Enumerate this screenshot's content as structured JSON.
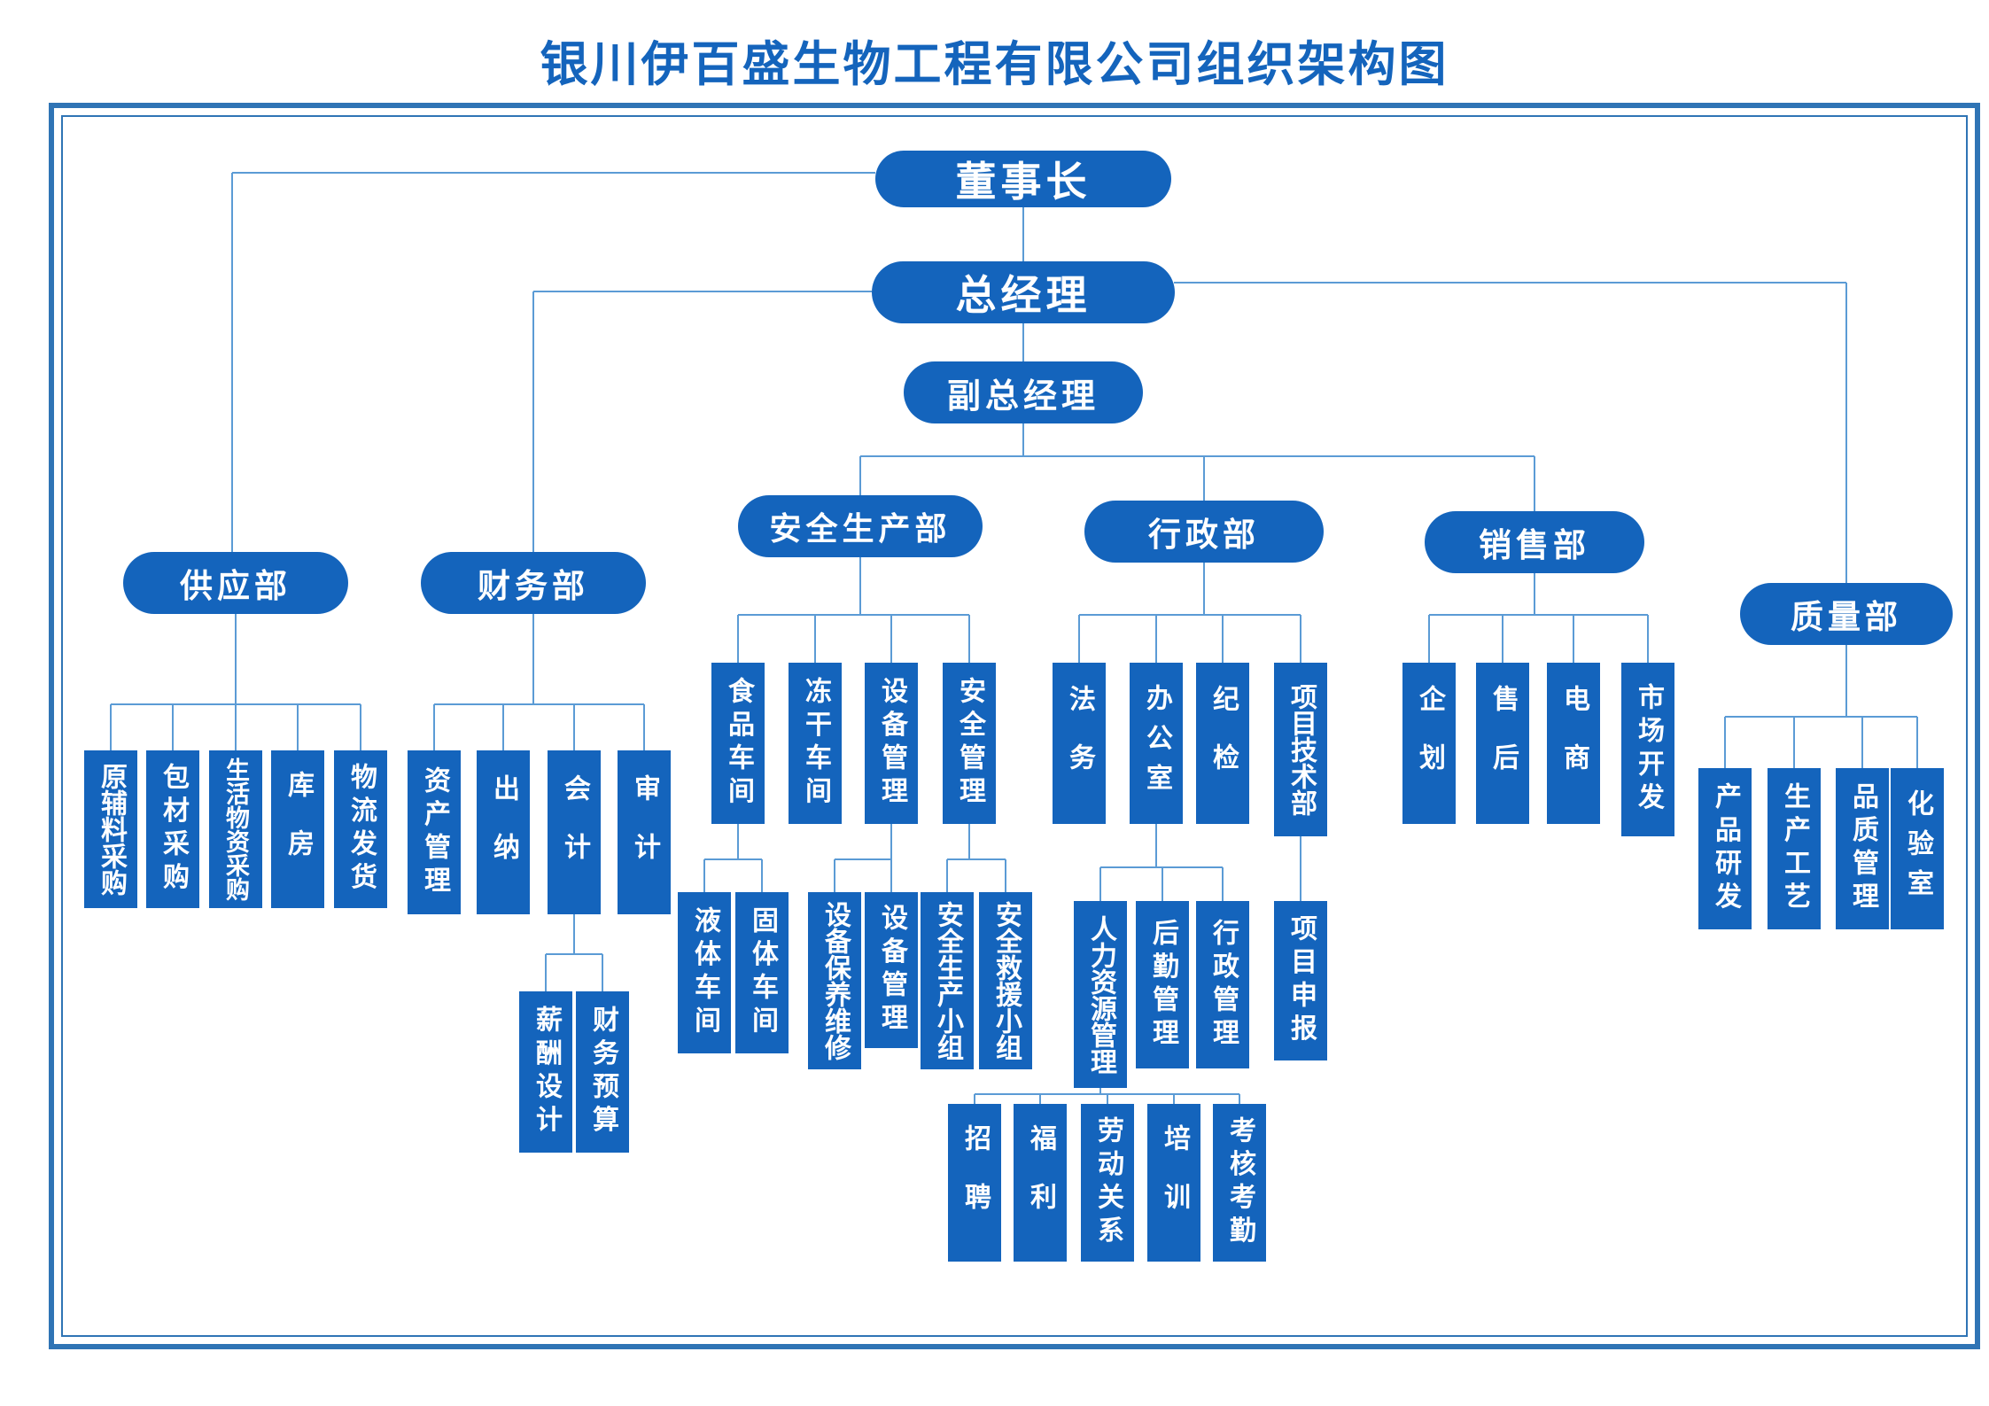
{
  "title": "银川伊百盛生物工程有限公司组织架构图",
  "colors": {
    "accent": "#1464bc",
    "line": "#5b9bd5",
    "frame": "#2f74b5",
    "background": "#ffffff",
    "node_text": "#ffffff"
  },
  "nodes": {
    "chairman": "董事长",
    "general_manager": "总经理",
    "deputy_general_manager": "副总经理",
    "supply_dept": "供应部",
    "finance_dept": "财务部",
    "safety_production_dept": "安全生产部",
    "admin_dept": "行政部",
    "sales_dept": "销售部",
    "quality_dept": "质量部",
    "raw_material_purchase": "原辅料采购",
    "packaging_purchase": "包材采购",
    "living_supplies_purchase": "生活物资采购",
    "warehouse": "库房",
    "logistics_shipping": "物流发货",
    "asset_management": "资产管理",
    "cashier": "出纳",
    "accountant": "会计",
    "auditor": "审计",
    "salary_design": "薪酬设计",
    "financial_budget": "财务预算",
    "food_workshop": "食品车间",
    "freeze_dry_workshop": "冻干车间",
    "equipment_management": "设备管理",
    "safety_management": "安全管理",
    "liquid_workshop": "液体车间",
    "solid_workshop": "固体车间",
    "equipment_maintenance": "设备保养维修",
    "equipment_management_sub": "设备管理",
    "safety_production_team": "安全生产小组",
    "safety_rescue_team": "安全救援小组",
    "legal": "法务",
    "office": "办公室",
    "discipline_inspection": "纪检",
    "project_tech_dept": "项目技术部",
    "hr_management": "人力资源管理",
    "logistics_management": "后勤管理",
    "administrative_management": "行政管理",
    "project_application": "项目申报",
    "recruitment": "招聘",
    "welfare": "福利",
    "labor_relations": "劳动关系",
    "training": "培训",
    "assessment_attendance": "考核考勤",
    "planning": "企划",
    "after_sales": "售后",
    "e_commerce": "电商",
    "market_development": "市场开发",
    "product_rd": "产品研发",
    "production_process": "生产工艺",
    "quality_management": "品质管理",
    "laboratory": "化验室"
  },
  "hierarchy": {
    "chairman": [
      "supply_dept",
      "general_manager"
    ],
    "general_manager": [
      "finance_dept",
      "deputy_general_manager",
      "quality_dept"
    ],
    "deputy_general_manager": [
      "safety_production_dept",
      "admin_dept",
      "sales_dept"
    ],
    "supply_dept": [
      "raw_material_purchase",
      "packaging_purchase",
      "living_supplies_purchase",
      "warehouse",
      "logistics_shipping"
    ],
    "finance_dept": [
      "asset_management",
      "cashier",
      "accountant",
      "auditor"
    ],
    "accountant": [
      "salary_design",
      "financial_budget"
    ],
    "safety_production_dept": [
      "food_workshop",
      "freeze_dry_workshop",
      "equipment_management",
      "safety_management"
    ],
    "food_workshop": [
      "liquid_workshop",
      "solid_workshop"
    ],
    "equipment_management": [
      "equipment_maintenance",
      "equipment_management_sub"
    ],
    "safety_management": [
      "safety_production_team",
      "safety_rescue_team"
    ],
    "admin_dept": [
      "legal",
      "office",
      "discipline_inspection",
      "project_tech_dept"
    ],
    "office": [
      "hr_management",
      "logistics_management",
      "administrative_management"
    ],
    "project_tech_dept": [
      "project_application"
    ],
    "hr_management": [
      "recruitment",
      "welfare",
      "labor_relations",
      "training",
      "assessment_attendance"
    ],
    "sales_dept": [
      "planning",
      "after_sales",
      "e_commerce",
      "market_development"
    ],
    "quality_dept": [
      "product_rd",
      "production_process",
      "quality_management",
      "laboratory"
    ]
  }
}
